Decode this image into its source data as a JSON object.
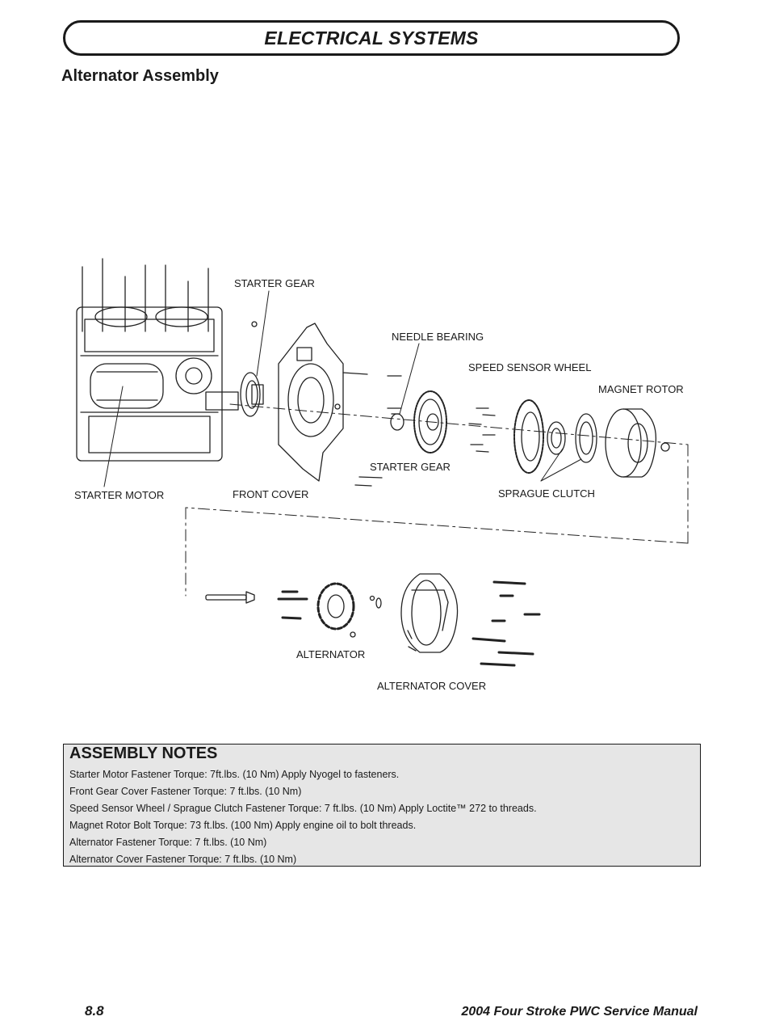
{
  "header": {
    "title": "ELECTRICAL SYSTEMS"
  },
  "section": {
    "title": "Alternator Assembly"
  },
  "diagram": {
    "labels": {
      "starter_gear_top": "STARTER GEAR",
      "needle_bearing": "NEEDLE BEARING",
      "speed_sensor_wheel": "SPEED SENSOR WHEEL",
      "magnet_rotor": "MAGNET ROTOR",
      "starter_gear_mid": "STARTER GEAR",
      "starter_motor": "STARTER MOTOR",
      "front_cover": "FRONT COVER",
      "sprague_clutch": "SPRAGUE CLUTCH",
      "alternator": "ALTERNATOR",
      "alternator_cover": "ALTERNATOR COVER"
    }
  },
  "assembly_notes": {
    "title": "ASSEMBLY NOTES",
    "items": [
      "Starter Motor Fastener Torque:  7ft.lbs.  (10 Nm)  Apply Nyogel to fasteners.",
      "Front Gear Cover Fastener Torque:  7 ft.lbs.  (10 Nm)",
      "Speed Sensor Wheel / Sprague Clutch Fastener Torque:  7 ft.lbs.  (10 Nm)  Apply Loctite™ 272 to threads.",
      "Magnet Rotor Bolt Torque:  73 ft.lbs.  (100 Nm)  Apply engine oil to bolt threads.",
      "Alternator Fastener Torque:  7 ft.lbs.  (10 Nm)",
      "Alternator Cover Fastener Torque:  7 ft.lbs.  (10 Nm)"
    ]
  },
  "footer": {
    "page_number": "8.8",
    "manual_title": "2004 Four Stroke PWC Service Manual"
  }
}
